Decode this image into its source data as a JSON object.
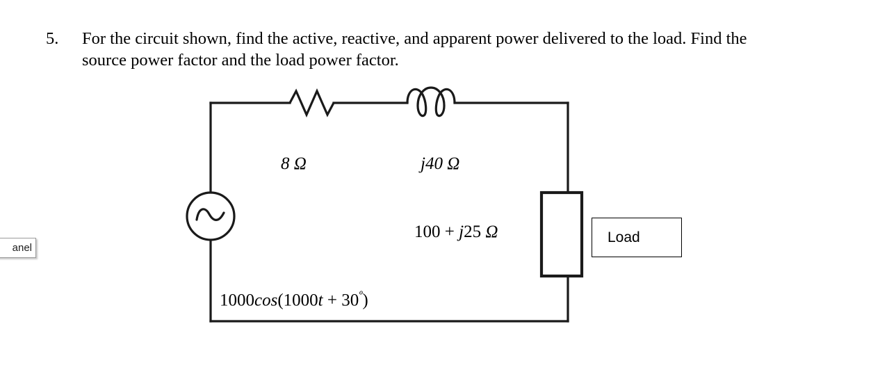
{
  "question": {
    "number": "5.",
    "line1": "For the circuit shown, find the active, reactive, and apparent power delivered to the load. Find the",
    "line2": "source power factor and the load power factor."
  },
  "clipped_button": {
    "label": "anel"
  },
  "circuit": {
    "resistor_label": "8 Ω",
    "resistor_value": "8",
    "resistor_unit": "Ω",
    "inductor_label": "j40 Ω",
    "inductor_j": "j",
    "inductor_value": "40",
    "inductor_unit": "Ω",
    "impedance_label": "100 + j25 Ω",
    "impedance_real": "100",
    "impedance_plus": "+",
    "impedance_j": "j",
    "impedance_imag": "25",
    "impedance_unit": "Ω",
    "source_label": "1000cos(1000t + 30º)",
    "source_amplitude": "1000",
    "source_cos": "cos",
    "source_open_paren": "(",
    "source_omega": "1000",
    "source_time_var": "t",
    "source_plus": "+",
    "source_phase": "30",
    "source_degree": "º",
    "source_close_paren": ")",
    "load_label": "Load",
    "colors": {
      "wire": "#1a1a1a",
      "component_stroke": "#1a1a1a",
      "background": "#ffffff",
      "load_border": "#000000"
    }
  }
}
